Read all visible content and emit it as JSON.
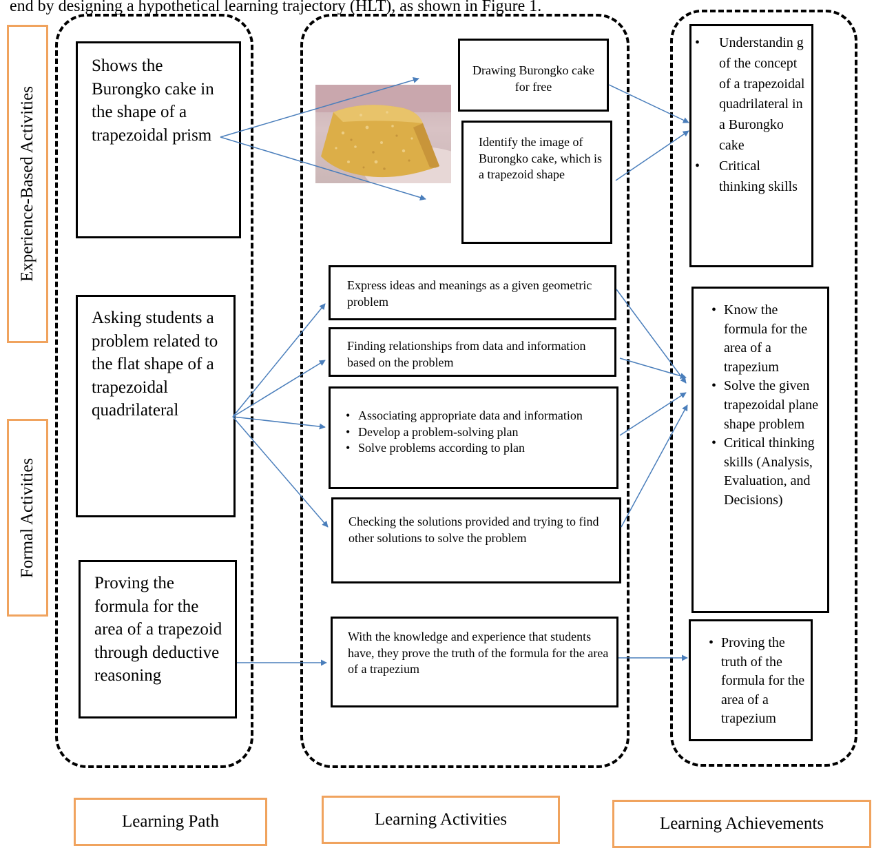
{
  "intro_text": "end by designing a hypothetical learning trajectory (HLT), as shown in Figure 1.",
  "side_labels": {
    "experience": "Experience-Based Activities",
    "formal": "Formal Activities"
  },
  "learning_path": {
    "items": [
      "Shows the Burongko cake in the shape of a trapezoidal prism",
      "Asking students a problem related to the flat shape of a trapezoidal quadrilateral",
      "Proving the formula for the area of a trapezoid through deductive reasoning"
    ]
  },
  "learning_activities": {
    "drawing": "Drawing Burongko cake for free",
    "identify": "Identify the image of Burongko cake, which is a trapezoid shape",
    "express": "Express ideas and meanings as a given geometric problem",
    "finding": "Finding relationships from data and information based on the problem",
    "steps": [
      "Associating appropriate data and information",
      "Develop a problem-solving plan",
      "Solve problems according to plan"
    ],
    "checking": "Checking the solutions provided and trying to find other solutions to solve the problem",
    "proving": "With the knowledge and experience that students have, they prove the truth of the formula for the area of a trapezium"
  },
  "learning_achievements": {
    "group1": [
      "Understandin g of the concept of a trapezoidal quadrilateral in a Burongko cake",
      "Critical thinking skills"
    ],
    "group2": [
      "Know the formula for the area of a trapezium",
      "Solve the given trapezoidal plane shape problem",
      "Critical thinking skills (Analysis, Evaluation, and Decisions)"
    ],
    "group3": [
      "Proving the truth of the formula for the area of a trapezium"
    ]
  },
  "bottom_labels": [
    "Learning Path",
    "Learning Activities",
    "Learning Achievements"
  ],
  "colors": {
    "arrow": "#4a7ebb",
    "label_border": "#f0a35e",
    "cake": "#dcae48"
  }
}
